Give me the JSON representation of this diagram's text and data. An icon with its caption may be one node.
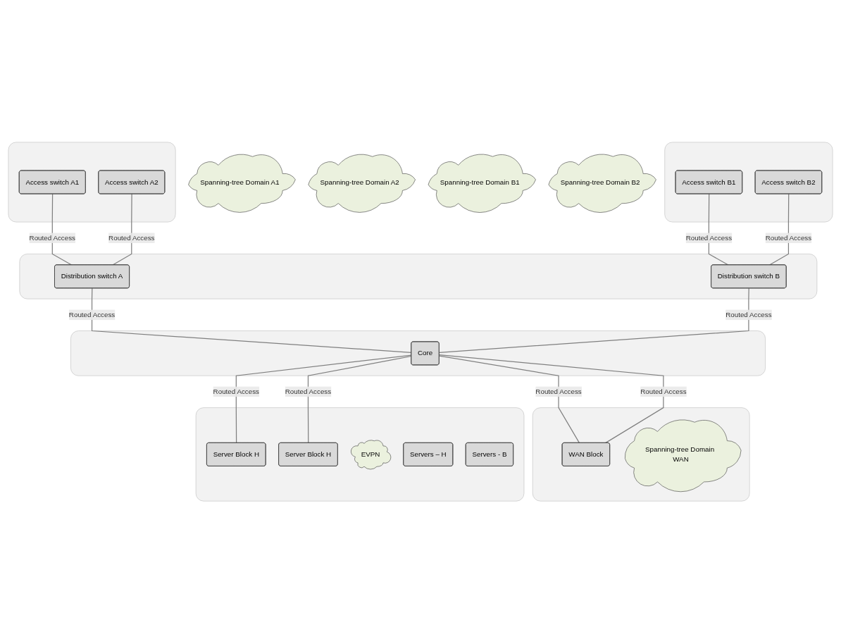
{
  "diagram": {
    "nodes": [
      {
        "text": [],
        "shape": "box"
      },
      {
        "text": [
          "Spanning-tree Domain A1"
        ]
      },
      {
        "text": [
          "Spanning-tree Domain A2"
        ]
      },
      {
        "text": [],
        "shape": "box"
      },
      {
        "text": [
          "Spanning-tree Domain B1"
        ]
      },
      {
        "text": [
          "Spanning-tree Domain B2"
        ]
      },
      {
        "text": [
          "Access switch A1"
        ],
        "in": 0
      },
      {
        "text": [
          "Access switch A2"
        ],
        "in": 0
      },
      {
        "text": [
          "Access switch B1"
        ],
        "in": 3
      },
      {
        "text": [
          "Access switch B2"
        ],
        "in": 3
      },
      {
        "text": [],
        "shape": "box"
      },
      {
        "text": [
          "Distribution switch A"
        ],
        "in": 10
      },
      {
        "text": [
          "Distribution switch B"
        ],
        "in": 10
      },
      {
        "text": [],
        "shape": "box"
      },
      {
        "text": [
          "WAN Block"
        ],
        "in": 13
      },
      {
        "text": [
          "Spanning-tree Domain WAN"
        ],
        "in": 13
      },
      {
        "text": [],
        "shape": "box"
      },
      {
        "text": [
          "Core"
        ],
        "in": 16
      },
      {
        "text": [],
        "shape": "box"
      },
      {
        "text": [
          "Server Block H"
        ],
        "in": 18
      },
      {
        "text": [
          "Server Block H"
        ],
        "in": 18
      },
      {
        "text": [
          "EVPN"
        ],
        "in": 18
      },
      {
        "text": [
          "Servers – H"
        ],
        "in": 18
      },
      {
        "text": [
          "Servers - B"
        ],
        "in": 18
      }
    ],
    "edges": [
      {
        "from": 6,
        "to": 11,
        "arrow": "none",
        "label": "Routed Access"
      },
      {
        "from": 7,
        "to": 11,
        "arrow": "none",
        "label": "Routed Access"
      },
      {
        "from": 8,
        "to": 12,
        "arrow": "none",
        "label": "Routed Access"
      },
      {
        "from": 9,
        "to": 12,
        "arrow": "none",
        "label": "Routed Access"
      },
      {
        "from": 11,
        "to": 17,
        "arrow": "none",
        "label": "Routed Access"
      },
      {
        "from": 12,
        "to": 17,
        "arrow": "none",
        "label": "Routed Access"
      },
      {
        "from": 17,
        "to": 14,
        "arrow": "none",
        "label": "Routed Access"
      },
      {
        "from": 17,
        "to": 14,
        "arrow": "none",
        "label": "Routed Access"
      },
      {
        "from": 17,
        "to": 19,
        "arrow": "none",
        "label": "Routed Access"
      },
      {
        "from": 17,
        "to": 20,
        "arrow": "none",
        "label": "Routed Access"
      }
    ]
  }
}
